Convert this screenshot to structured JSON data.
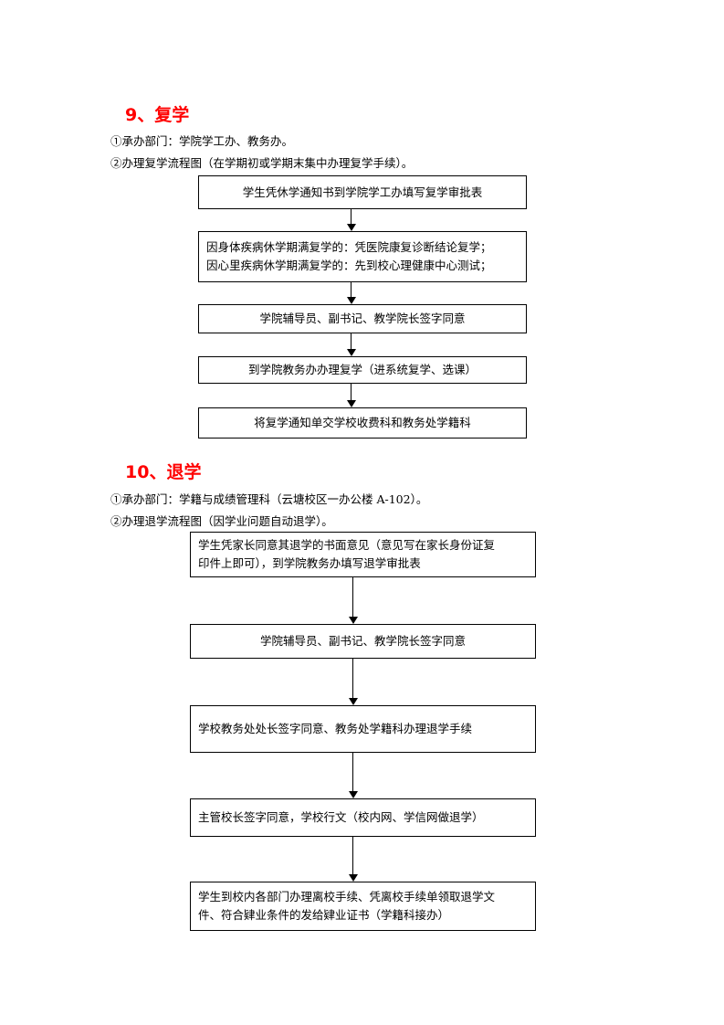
{
  "section9": {
    "title": "9、复学",
    "dept": "①承办部门：学院学工办、教务办。",
    "flow_intro": "②办理复学流程图（在学期初或学期末集中办理复学手续）。",
    "steps": [
      "学生凭休学通知书到学院学工办填写复学审批表",
      "因身体疾病休学期满复学的：凭医院康复诊断结论复学；",
      "因心里疾病休学期满复学的：先到校心理健康中心测试；",
      "学院辅导员、副书记、教学院长签字同意",
      "到学院教务办办理复学（进系统复学、选课）",
      "将复学通知单交学校收费科和教务处学籍科"
    ]
  },
  "section10": {
    "title": "10、退学",
    "dept": "①承办部门：学籍与成绩管理科（云塘校区一办公楼 A-102）。",
    "flow_intro": "②办理退学流程图（因学业问题自动退学）。",
    "steps": [
      "学生凭家长同意其退学的书面意见（意见写在家长身份证复",
      "印件上即可），到学院教务办填写退学审批表",
      "学院辅导员、副书记、教学院长签字同意",
      "学校教务处处长签字同意、教务处学籍科办理退学手续",
      "主管校长签字同意，学校行文（校内网、学信网做退学）",
      "学生到校内各部门办理离校手续、凭离校手续单领取退学文",
      "件、符合肄业条件的发给肄业证书（学籍科接办）"
    ]
  }
}
